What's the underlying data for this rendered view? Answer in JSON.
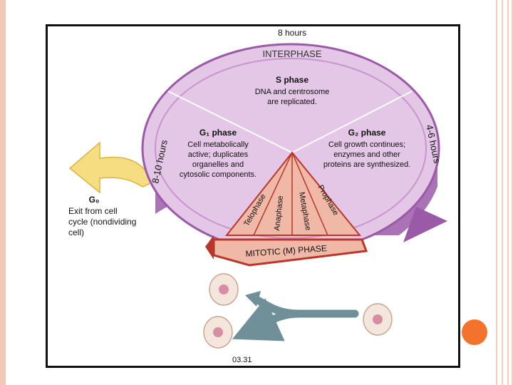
{
  "diagram": {
    "duration_top": "8 hours",
    "duration_left": "8-10 hours",
    "duration_right": "4-6 hours",
    "interphase_label": "INTERPHASE",
    "mitotic_label": "MITOTIC (M) PHASE",
    "s_phase": {
      "title": "S phase",
      "line1": "DNA and centrosome",
      "line2": "are replicated."
    },
    "g1_phase": {
      "title": "G₁ phase",
      "line1": "Cell metabolically",
      "line2": "active; duplicates",
      "line3": "organelles and",
      "line4": "cytosolic components."
    },
    "g2_phase": {
      "title": "G₂ phase",
      "line1": "Cell growth continues;",
      "line2": "enzymes and other",
      "line3": "proteins are synthesized."
    },
    "m_stages": [
      "Telophase",
      "Anaphase",
      "Metaphase",
      "Prophase"
    ],
    "g0": {
      "title": "G₀",
      "line1": "Exit from cell",
      "line2": "cycle (nondividing",
      "line3": "cell)"
    },
    "figure_number": "03.31"
  },
  "colors": {
    "interphase_fill": "#e4c6e6",
    "interphase_rim": "#9b5aa8",
    "mitotic_fill": "#f0b8a6",
    "mitotic_rim": "#b8362a",
    "g0_arrow": "#f6dd82",
    "split_arrow": "#6f8f99",
    "cell_fill": "#f4e6dc",
    "accent_dot": "#f3722c"
  }
}
